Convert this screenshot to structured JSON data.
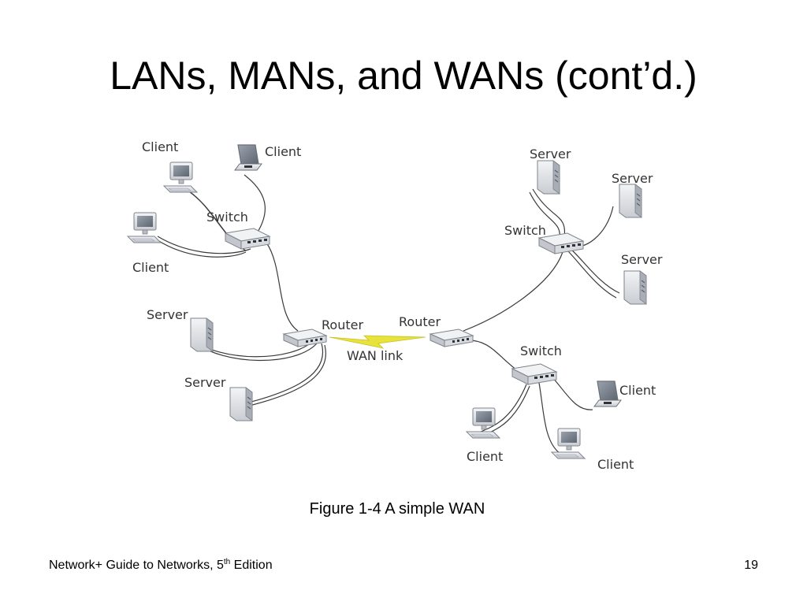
{
  "title": "LANs, MANs, and WANs (cont’d.)",
  "diagram": {
    "lan_a": {
      "clients": [
        "Client",
        "Client",
        "Client"
      ],
      "switch": "Switch",
      "servers": [
        "Server",
        "Server"
      ],
      "router": "Router"
    },
    "wan_link": "WAN link",
    "lan_b": {
      "router": "Router",
      "servers": [
        "Server",
        "Server",
        "Server"
      ],
      "switch_top": "Switch",
      "switch_bottom": "Switch",
      "clients": [
        "Client",
        "Client",
        "Client"
      ]
    },
    "colors": {
      "device_fill": "#e6e8ec",
      "device_stroke": "#8a8f98",
      "cable": "#3a3a3a",
      "wan_link": "#e8e23c",
      "label": "#333333"
    },
    "icons": [
      "desktop-computer-icon",
      "laptop-icon",
      "tower-server-icon",
      "network-switch-icon",
      "router-icon",
      "lightning-link-icon"
    ]
  },
  "caption": "Figure 1-4 A simple WAN",
  "footer": {
    "book_title_pre": "Network+ Guide to Networks, 5",
    "book_title_sup": "th",
    "book_title_post": " Edition",
    "page_number": "19"
  }
}
